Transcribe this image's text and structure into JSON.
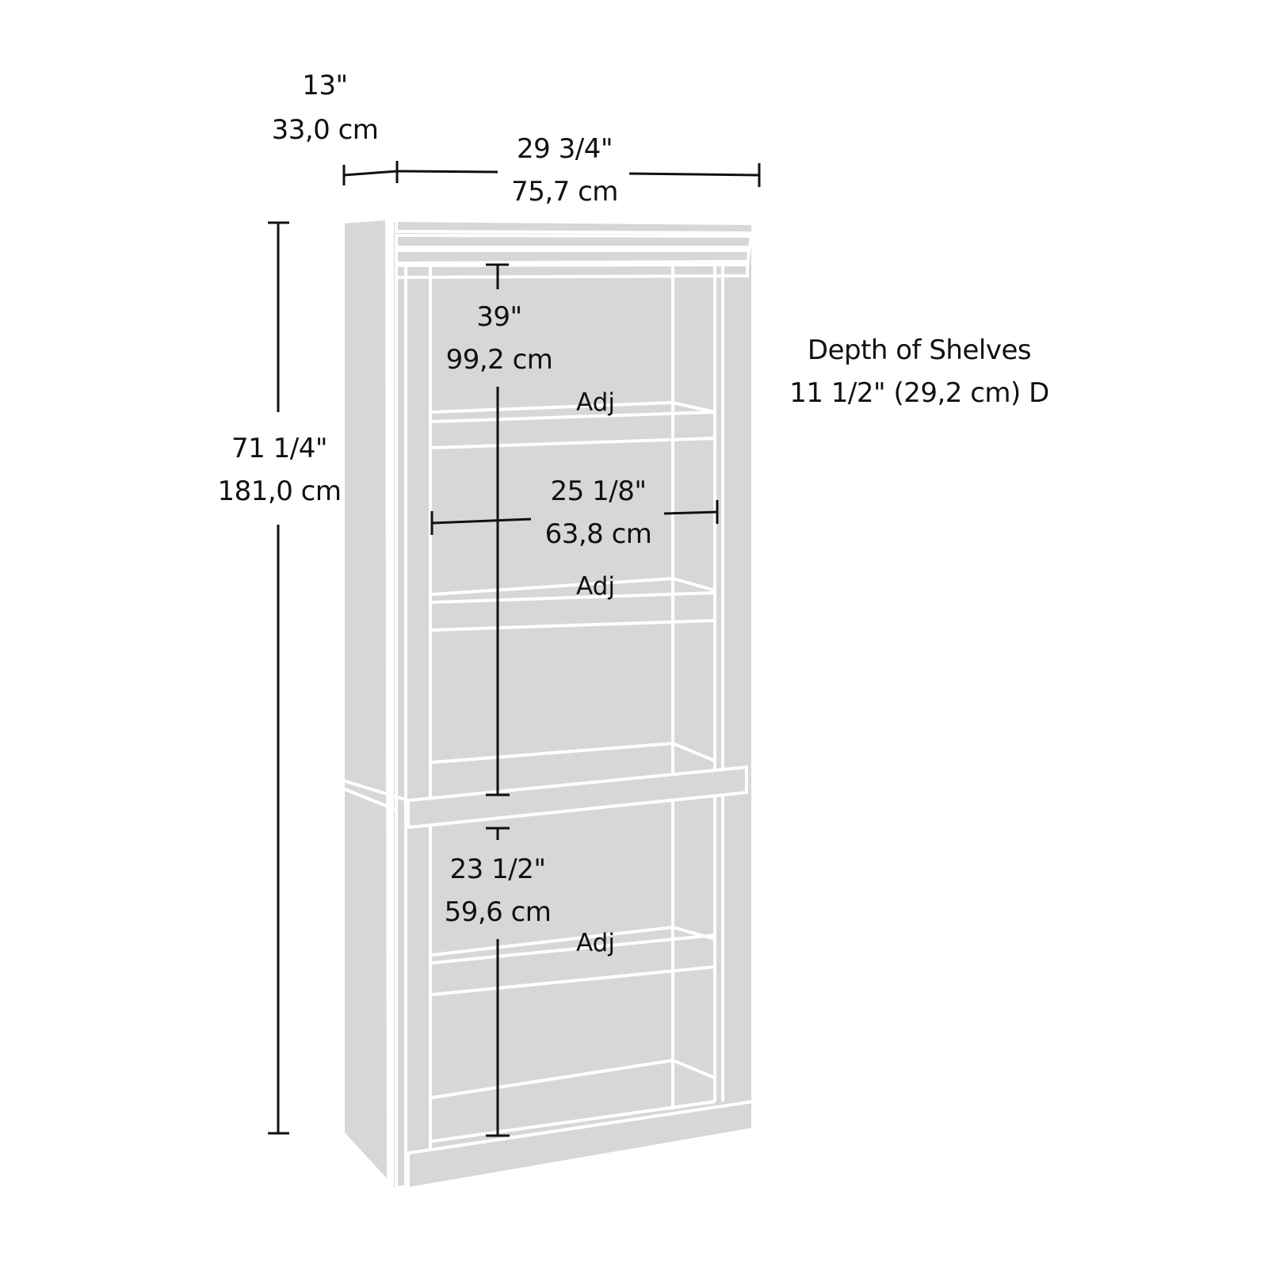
{
  "diagram": {
    "subject": "bookcase",
    "colors": {
      "body_fill": "#d6d7d6",
      "edge_lines": "#ffffff",
      "dimension_lines": "#111111",
      "background": "#ffffff"
    },
    "dimensions": {
      "depth": {
        "imperial": "13\"",
        "metric": "33,0 cm"
      },
      "width": {
        "imperial": "29 3/4\"",
        "metric": "75,7 cm"
      },
      "height": {
        "imperial": "71 1/4\"",
        "metric": "181,0 cm"
      },
      "upper_opening": {
        "imperial": "39\"",
        "metric": "99,2 cm"
      },
      "inner_width": {
        "imperial": "25 1/8\"",
        "metric": "63,8 cm"
      },
      "lower_opening": {
        "imperial": "23 1/2\"",
        "metric": "59,6 cm"
      }
    },
    "adjustable_labels": [
      "Adj",
      "Adj",
      "Adj"
    ],
    "shelf_depth_note": {
      "title": "Depth of Shelves",
      "value": "11 1/2\" (29,2 cm) D"
    }
  }
}
